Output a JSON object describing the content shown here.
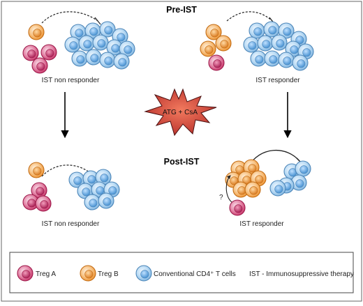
{
  "headers": {
    "pre": "Pre-IST",
    "post": "Post-IST"
  },
  "panels": {
    "pre_non_responder": "IST non responder",
    "pre_responder": "IST responder",
    "post_non_responder": "IST non responder",
    "post_responder": "IST responder"
  },
  "treatment": "ATG + CsA",
  "question_mark": "?",
  "legend": {
    "treg_a": "Treg A",
    "treg_b": "Treg B",
    "conventional": "Conventional CD4⁺ T cells",
    "ist_definition": "IST - Immunosuppressive therapy"
  },
  "colors": {
    "treg_a": "#c8366a",
    "treg_b": "#ef9a3a",
    "conventional": "#7fb8e6",
    "burst": "#c4413a"
  }
}
